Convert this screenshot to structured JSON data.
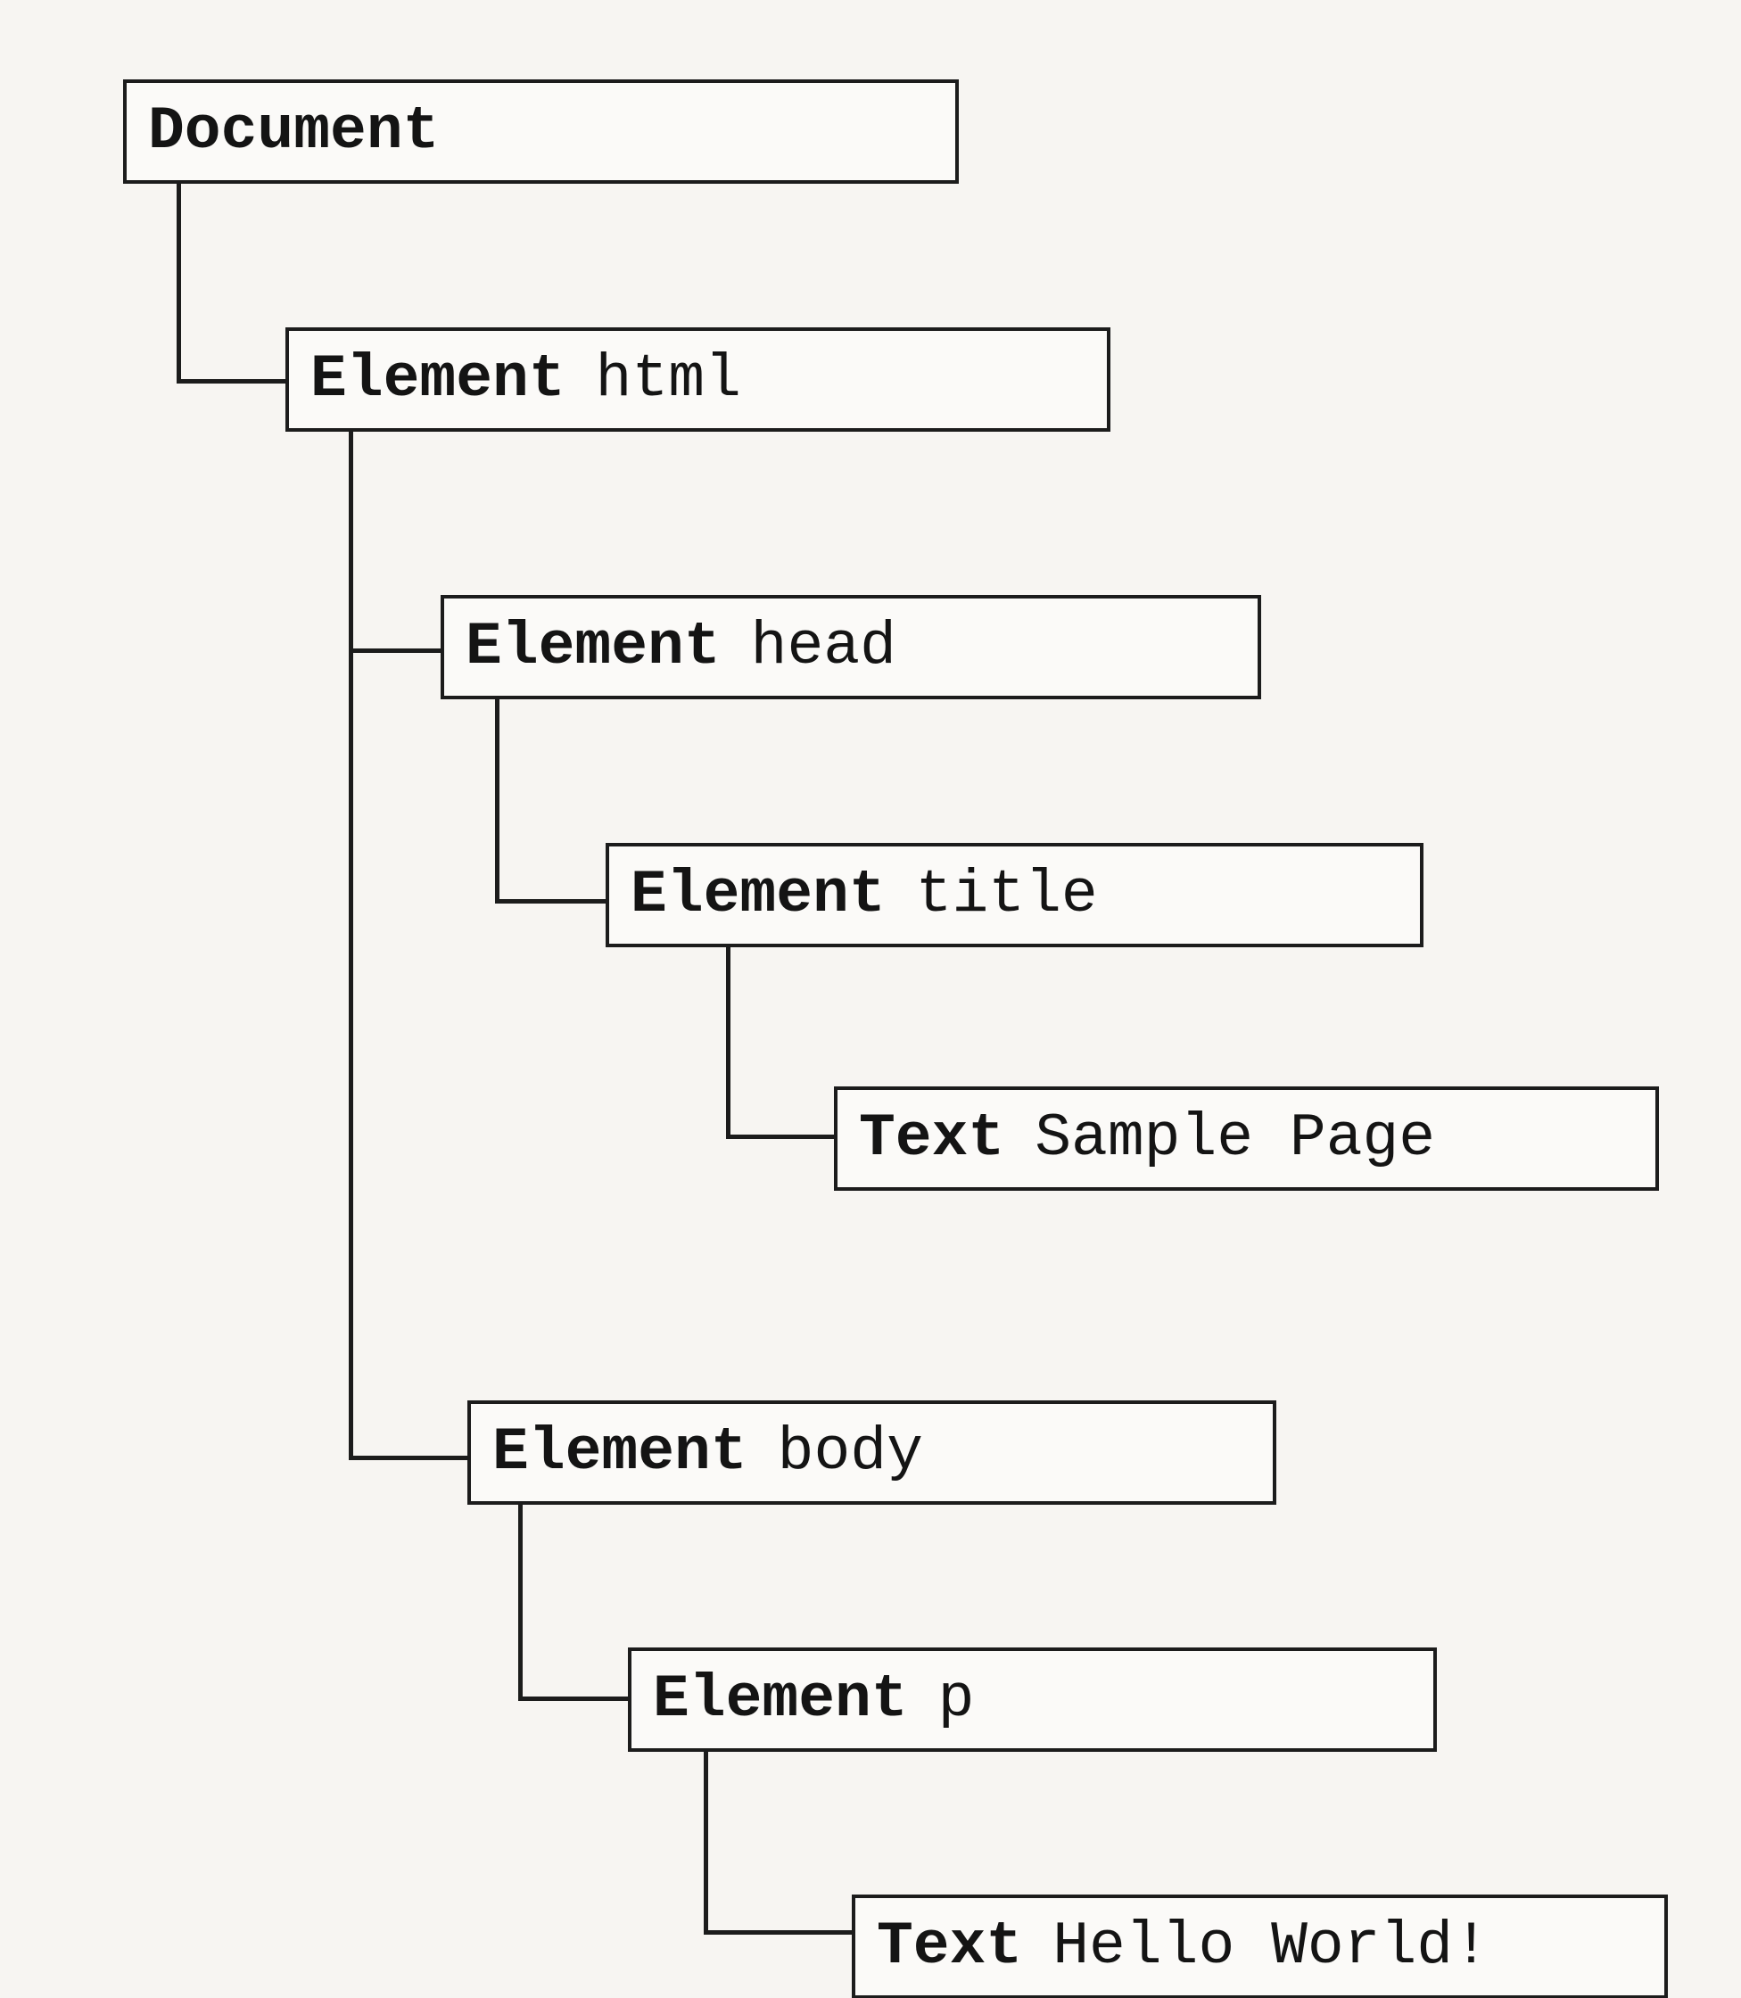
{
  "tree": {
    "nodes": [
      {
        "id": "document",
        "kind": "Document",
        "name": ""
      },
      {
        "id": "html",
        "kind": "Element",
        "name": "html"
      },
      {
        "id": "head",
        "kind": "Element",
        "name": "head"
      },
      {
        "id": "title",
        "kind": "Element",
        "name": "title"
      },
      {
        "id": "title-text",
        "kind": "Text",
        "name": "Sample Page"
      },
      {
        "id": "body",
        "kind": "Element",
        "name": "body"
      },
      {
        "id": "p",
        "kind": "Element",
        "name": "p"
      },
      {
        "id": "p-text",
        "kind": "Text",
        "name": "Hello World!"
      }
    ],
    "edges": [
      {
        "from": "document",
        "to": "html"
      },
      {
        "from": "html",
        "to": "head"
      },
      {
        "from": "head",
        "to": "title"
      },
      {
        "from": "title",
        "to": "title-text"
      },
      {
        "from": "html",
        "to": "body"
      },
      {
        "from": "body",
        "to": "p"
      },
      {
        "from": "p",
        "to": "p-text"
      }
    ]
  }
}
